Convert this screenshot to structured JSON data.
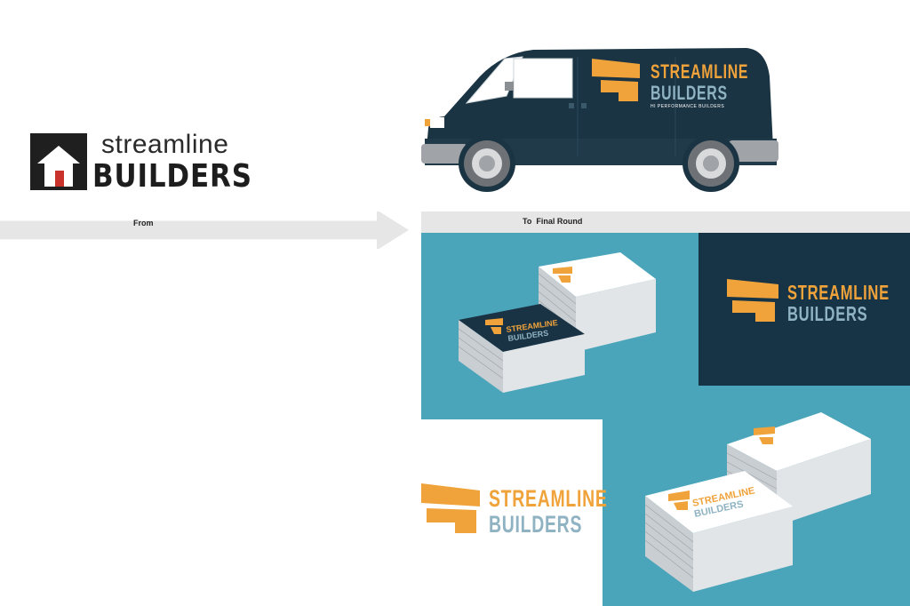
{
  "old_logo": {
    "word1": "streamline",
    "word2": "BUILDERS"
  },
  "labels": {
    "from": "From",
    "to": "To  Final Round"
  },
  "brand": {
    "line1": "STREAMLINE",
    "line2": "BUILDERS",
    "tagline": "HI PERFORMANCE BUILDERS"
  },
  "colors": {
    "orange": "#f0a33b",
    "light_blue": "#8fb3c2",
    "navy": "#1a3344",
    "teal": "#4aa5ba"
  }
}
